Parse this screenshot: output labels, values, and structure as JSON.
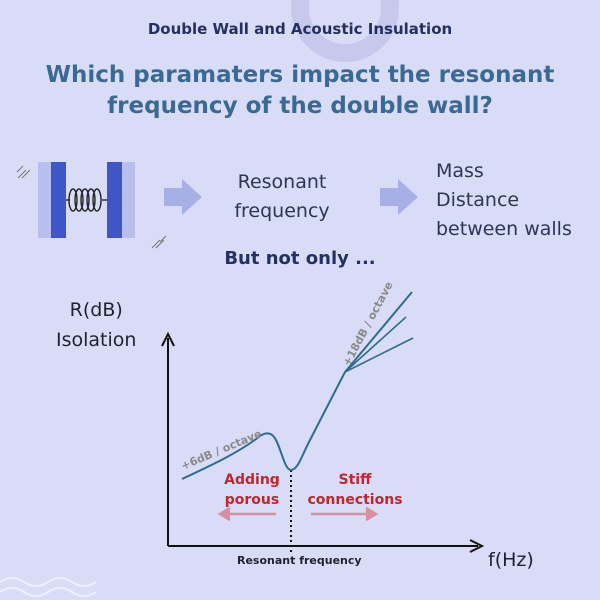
{
  "header": {
    "series_title": "Double Wall and Acoustic Insulation",
    "headline_line1": "Which paramaters impact the resonant",
    "headline_line2": "frequency of the double wall?"
  },
  "flow": {
    "middle_line1": "Resonant",
    "middle_line2": "frequency",
    "right_line1": "Mass",
    "right_line2": "Distance",
    "right_line3": "between walls"
  },
  "subtitle": "But not only ...",
  "graph": {
    "y_label_line1": "R(dB)",
    "y_label_line2": "Isolation",
    "x_label": "f(Hz)",
    "resonant_label": "Resonant frequency",
    "slope_low": "+6dB / octave",
    "slope_high": "+18dB / octave",
    "left_annotation_line1": "Adding",
    "left_annotation_line2": "porous",
    "right_annotation_line1": "Stiff",
    "right_annotation_line2": "connections"
  },
  "colors": {
    "background": "#d9dcf6",
    "curve": "#2f6c8c",
    "annotation_red": "#c0272d",
    "arrow_pink": "#d98fa0",
    "flow_arrow": "#a6afe6",
    "wall_dark": "#3f56c8",
    "wall_light": "#b8bff0"
  }
}
